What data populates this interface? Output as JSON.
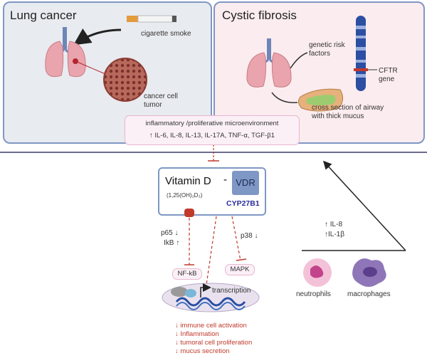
{
  "lung_cancer": {
    "title": "Lung cancer",
    "cigarette_label": "cigarette smoke",
    "tumor_label_line1": "cancer cell",
    "tumor_label_line2": "tumor"
  },
  "cystic_fibrosis": {
    "title": "Cystic fibrosis",
    "risk_line1": "genetic risk",
    "risk_line2": "factors",
    "cftr_line1": "CFTR",
    "cftr_line2": "gene",
    "airway_line1": "cross section of airway",
    "airway_line2": "with thick mucus"
  },
  "microenvironment": {
    "line1": "inflammatory /proliferative microenvironment",
    "line2": "↑ IL-6, IL-8, IL-13, IL-17A, TNF-α, TGF-β1"
  },
  "vitamin_d": {
    "title": "Vitamin D",
    "dash": "-",
    "formula": "(1,25(OH)₂D₃)",
    "vdr": "VDR",
    "cyp": "CYP27B1"
  },
  "pathway": {
    "p65": "p65 ↓",
    "ikb": "IkB ↑",
    "p38": "p38 ↓",
    "nfkb": "NF-kB",
    "mapk": "MAPK",
    "transcription": "transcription"
  },
  "cells": {
    "il8": "↑ IL-8",
    "il1b": "↑IL-1β",
    "neutrophils": "neutrophils",
    "macrophages": "macrophages"
  },
  "effects": [
    "↓ immune cell activation",
    "↓ Inflammation",
    "↓ tumoral cell proliferation",
    "↓ mucus secretion"
  ],
  "colors": {
    "lung_panel_bg": "#e8ebf0",
    "cf_panel_bg": "#fbecef",
    "panel_border": "#7f97c4",
    "inhibit_red": "#c0392b",
    "vdr_blue": "#7f97c4"
  }
}
